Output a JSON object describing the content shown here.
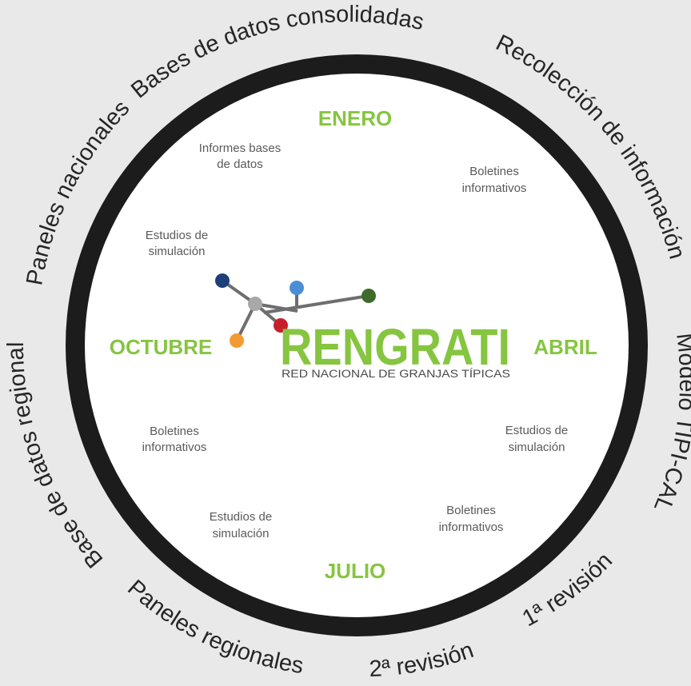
{
  "ring_labels": {
    "top": "Bases de datos consolidadas",
    "top_right": "Recolección de información",
    "right": "Modelo TIPI-CAL",
    "bottom_right_1": "1ª revisión",
    "bottom_right_2": "2ª revisión",
    "bottom": "Paneles regionales",
    "left": "Base de datos regional",
    "top_left": "Paneles nacionales"
  },
  "months": {
    "top": "ENERO",
    "right": "ABRIL",
    "bottom": "JULIO",
    "left": "OCTUBRE"
  },
  "items": {
    "top_left_1": "Informes bases",
    "top_left_2": "de datos",
    "top_right_1": "Boletines",
    "top_right_2": "informativos",
    "left_upper_1": "Estudios de",
    "left_upper_2": "simulación",
    "right_mid_1": "Estudios de",
    "right_mid_2": "simulación",
    "left_mid_1": "Boletines",
    "left_mid_2": "informativos",
    "bottom_left_1": "Estudios de",
    "bottom_left_2": "simulación",
    "bottom_right_1": "Boletines",
    "bottom_right_2": "informativos"
  },
  "logo": {
    "name": "RENGRATI",
    "subtitle": "RED NACIONAL DE GRANJAS TÍPICAS"
  },
  "colors": {
    "ring": "#1c1c1c",
    "accent_green": "#86c540",
    "node_navy": "#1f3f7a",
    "node_blue": "#4a8fd3",
    "node_darkgreen": "#3e6b2c",
    "node_gray": "#a8a8a8",
    "node_red": "#c8202a",
    "node_orange": "#f29b32"
  }
}
